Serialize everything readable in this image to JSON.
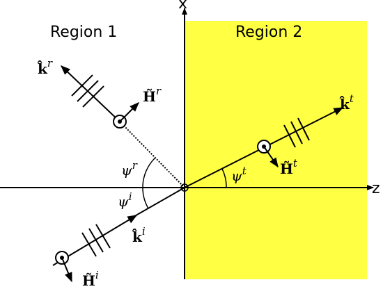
{
  "colors": {
    "region2_fill": "#ffff44",
    "ink": "#000000"
  },
  "axes": {
    "x_label": "x",
    "z_label": "z"
  },
  "regions": {
    "region1_label": "Region 1",
    "region2_label": "Region 2"
  },
  "vectors": {
    "k_reflected": {
      "base": "k̂",
      "sup": "r"
    },
    "k_transmitted": {
      "base": "k̂",
      "sup": "t"
    },
    "k_incident": {
      "base": "k̂",
      "sup": "i"
    },
    "H_reflected": {
      "base": "H̃",
      "sup": "r"
    },
    "H_transmitted": {
      "base": "H̃",
      "sup": "t"
    },
    "H_incident": {
      "base": "H̃",
      "sup": "i"
    }
  },
  "angles": {
    "psi_r": {
      "base": "ψ",
      "sup": "r"
    },
    "psi_i": {
      "base": "ψ",
      "sup": "i"
    },
    "psi_t": {
      "base": "ψ",
      "sup": "t"
    }
  },
  "icons": [
    "arrowhead-icon",
    "out-of-page-field-icon",
    "wavefront-tick-icon"
  ]
}
